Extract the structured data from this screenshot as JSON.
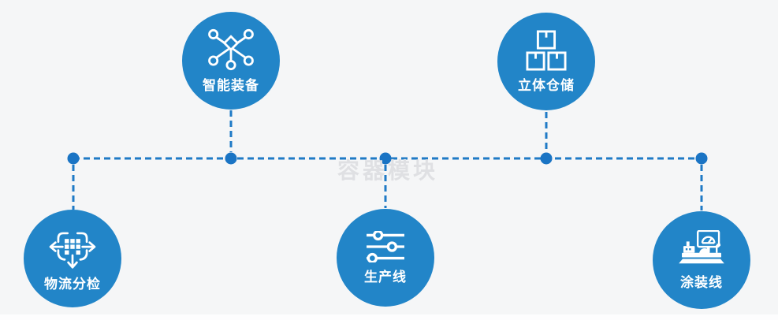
{
  "watermark": "容器模块",
  "colors": {
    "node_blue": "#2285c8",
    "connector_blue": "#1f7ac6",
    "junction_dot_blue": "#1a74c4",
    "background": "#f5f6f7",
    "label_text": "#ffffff",
    "watermark_gray": "#dfe0e3"
  },
  "nodes": [
    {
      "label": "智能装备",
      "icon": "network-nodes-icon",
      "position": "top-left"
    },
    {
      "label": "立体仓储",
      "icon": "stacked-boxes-icon",
      "position": "top-right"
    },
    {
      "label": "物流分检",
      "icon": "sorting-arrows-icon",
      "position": "bottom-left"
    },
    {
      "label": "生产线",
      "icon": "sliders-icon",
      "position": "bottom-center"
    },
    {
      "label": "涂装线",
      "icon": "machine-monitor-icon",
      "position": "bottom-right"
    }
  ]
}
